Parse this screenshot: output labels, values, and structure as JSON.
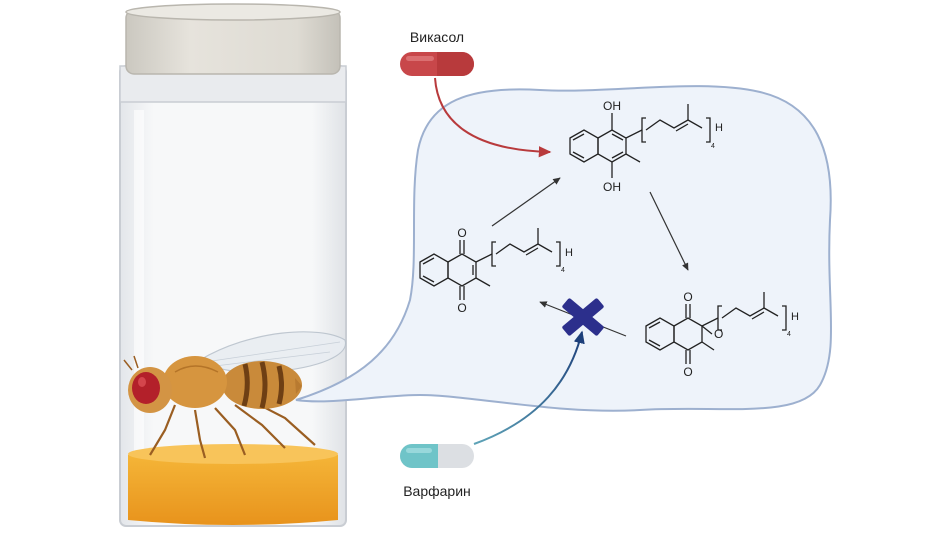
{
  "drugs": {
    "vikasol": {
      "label": "Викасол",
      "color": "#c8474a"
    },
    "warfarin": {
      "label": "Варфарин",
      "color": "#6fc4c8"
    }
  },
  "molecules": {
    "hydroquinone": {
      "oh_top": "OH",
      "oh_bottom": "OH",
      "h": "H",
      "n": "4"
    },
    "quinone": {
      "o_top": "O",
      "o_bottom": "O",
      "h": "H",
      "n": "4"
    },
    "epoxide": {
      "o_top": "O",
      "o_bottom": "O",
      "o_ring": "O",
      "h": "H",
      "n": "4"
    }
  },
  "colors": {
    "bubble_fill": "#eef3fa",
    "bubble_stroke": "#9db0cf",
    "block_cross": "#2c2f8c",
    "food": "#f0a326",
    "fly_body": "#c98a3a"
  }
}
